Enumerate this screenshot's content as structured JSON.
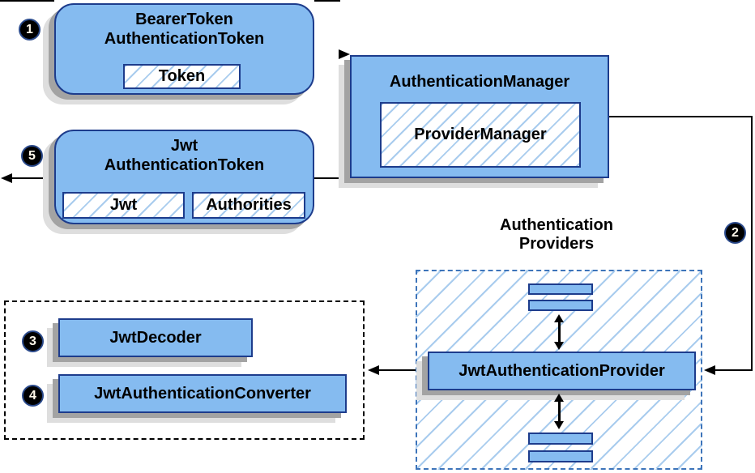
{
  "colors": {
    "box_fill": "#85BBF0",
    "box_border": "#1D3C8C",
    "hatch": "#A9CCEE",
    "dashed_blue": "#3D74BA",
    "shadow_dark": "#A3A3A3",
    "shadow_light": "#DEDEDE",
    "arrow": "#000000",
    "badge_bg": "#000000",
    "badge_text": "#FFF8EA"
  },
  "badges": {
    "step1": "1",
    "step2": "2",
    "step3": "3",
    "step4": "4",
    "step5": "5"
  },
  "bearer_box": {
    "title1": "BearerToken",
    "title2": "AuthenticationToken",
    "token": "Token"
  },
  "manager_box": {
    "title": "AuthenticationManager",
    "provider_manager": "ProviderManager"
  },
  "jwt_box": {
    "title1": "Jwt",
    "title2": "AuthenticationToken",
    "jwt": "Jwt",
    "authorities": "Authorities"
  },
  "providers": {
    "label1": "Authentication",
    "label2": "Providers",
    "provider": "JwtAuthenticationProvider"
  },
  "decoder_panel": {
    "decoder": "JwtDecoder",
    "converter": "JwtAuthenticationConverter"
  }
}
